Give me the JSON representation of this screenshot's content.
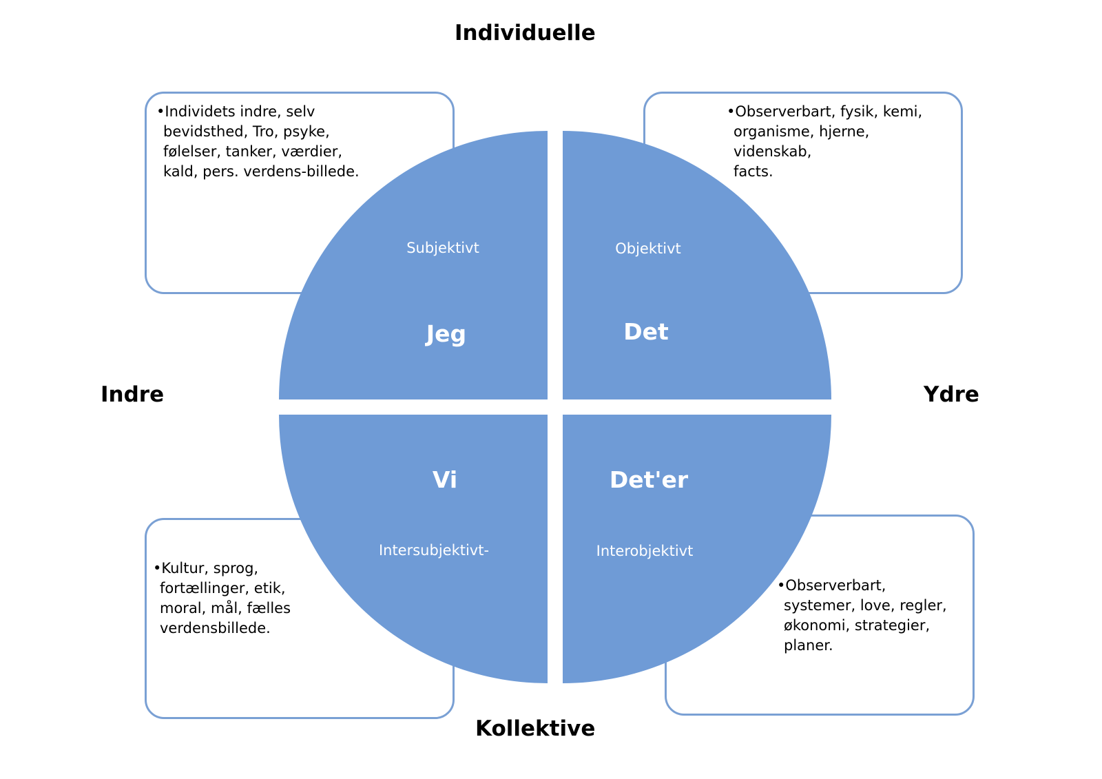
{
  "colors": {
    "quadrant_fill": "#6f9bd6",
    "box_border": "#7aa0d4",
    "text": "#000000",
    "quadrant_text": "#ffffff"
  },
  "axes": {
    "top": "Individuelle",
    "bottom": "Kollektive",
    "left": "Indre",
    "right": "Ydre"
  },
  "quadrants": {
    "top_left": {
      "title": "Jeg",
      "subtitle": "Subjektivt"
    },
    "top_right": {
      "title": "Det",
      "subtitle": "Objektivt"
    },
    "bottom_left": {
      "title": "Vi",
      "subtitle": "Intersubjektivt-"
    },
    "bottom_right": {
      "title": "Det'er",
      "subtitle": "Interobjektivt"
    }
  },
  "boxes": {
    "top_left": [
      "•Individets indre, selv",
      "bevidsthed, Tro, psyke,",
      "følelser, tanker, værdier,",
      "kald, pers. verdens-billede."
    ],
    "top_right": [
      "•Observerbart, fysik, kemi,",
      "organisme, hjerne,",
      "videnskab,",
      "facts."
    ],
    "bottom_left": [
      "•Kultur, sprog,",
      "fortællinger, etik,",
      "moral, mål, fælles",
      "verdensbillede."
    ],
    "bottom_right": [
      "•Observerbart,",
      "systemer, love, regler,",
      "økonomi, strategier,",
      "planer."
    ]
  }
}
